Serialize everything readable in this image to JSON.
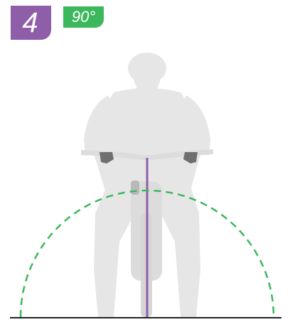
{
  "step": {
    "number": "4",
    "angle": "90°"
  },
  "colors": {
    "step_badge": "#8e5ea8",
    "angle_badge": "#3cb85c",
    "rider": "#e6e6e6",
    "rider_shade": "#dcdcdc",
    "gloves": "#6f6f6f",
    "center_line": "#8e5ea8",
    "arc": "#3cb85c",
    "ground": "#222222"
  },
  "icons": [
    "cyclist-front-view-illustration"
  ]
}
